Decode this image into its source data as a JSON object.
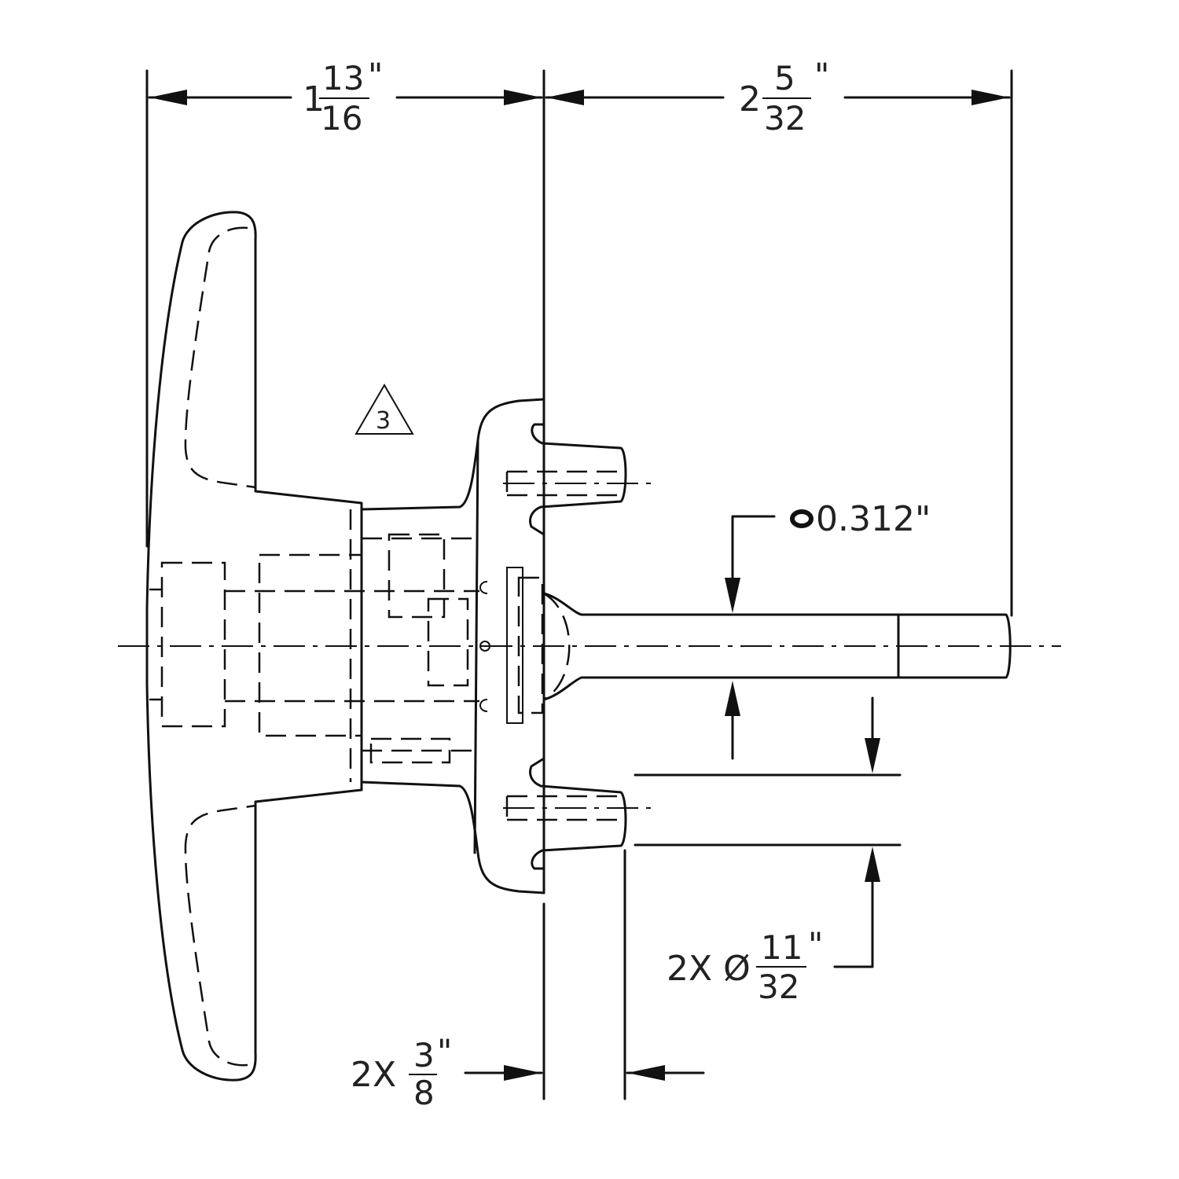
{
  "dimensions": {
    "overall_handle": {
      "whole": "1",
      "num": "13",
      "den": "16",
      "unit": "\""
    },
    "shaft_length": {
      "whole": "2",
      "num": "5",
      "den": "32",
      "unit": "\""
    },
    "shaft_diameter": {
      "value": "0.312\""
    },
    "mount_holes": {
      "prefix": "2X Ø",
      "num": "11",
      "den": "32",
      "unit": "\""
    },
    "spacer": {
      "prefix": "2X",
      "num": "3",
      "den": "8",
      "unit": "\""
    }
  },
  "notes": {
    "callout_triangle": "3"
  },
  "colors": {
    "ink": "#111111",
    "background": "#ffffff"
  }
}
